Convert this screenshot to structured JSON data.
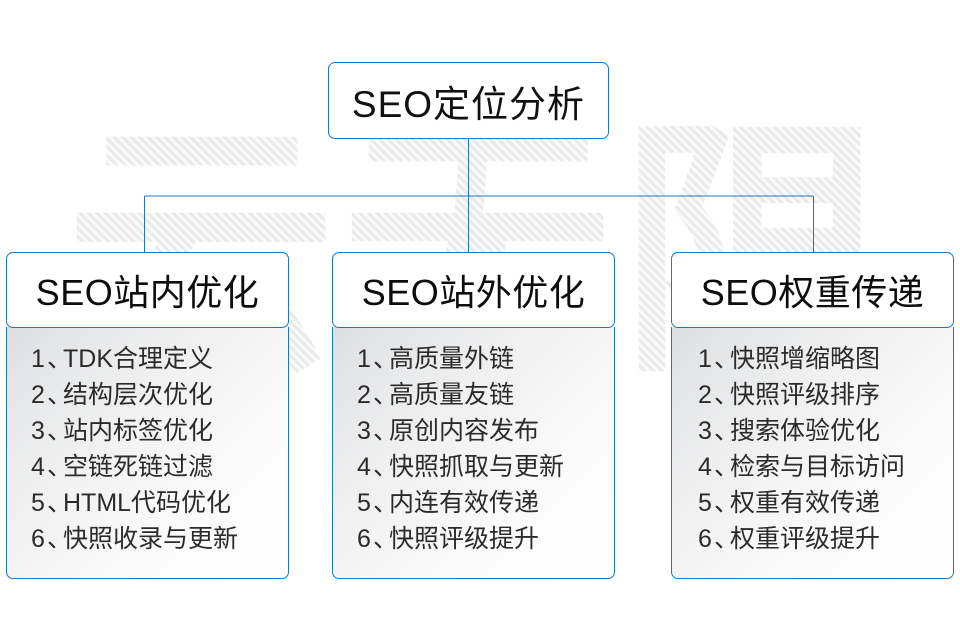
{
  "watermark": {
    "text": "云无限"
  },
  "theme": {
    "border_color": "#2076c4",
    "text_color": "#111111",
    "list_text_color": "#2b2b2b",
    "background": "#ffffff"
  },
  "diagram": {
    "type": "org-chart",
    "root": {
      "label": "SEO定位分析"
    },
    "branches": [
      {
        "header": "SEO站内优化",
        "items": [
          {
            "num": "1",
            "sep": "、",
            "text": "TDK合理定义"
          },
          {
            "num": "2",
            "sep": "、",
            "text": "结构层次优化"
          },
          {
            "num": "3",
            "sep": "、",
            "text": "站内标签优化"
          },
          {
            "num": "4",
            "sep": "、",
            "text": "空链死链过滤"
          },
          {
            "num": "5",
            "sep": "、",
            "text": "HTML代码优化"
          },
          {
            "num": "6",
            "sep": "、",
            "text": "快照收录与更新"
          }
        ]
      },
      {
        "header": "SEO站外优化",
        "items": [
          {
            "num": "1",
            "sep": "、",
            "text": "高质量外链"
          },
          {
            "num": "2",
            "sep": "、",
            "text": "高质量友链"
          },
          {
            "num": "3",
            "sep": "、",
            "text": "原创内容发布"
          },
          {
            "num": "4",
            "sep": "、",
            "text": "快照抓取与更新"
          },
          {
            "num": "5",
            "sep": "、",
            "text": "内连有效传递"
          },
          {
            "num": "6",
            "sep": "、",
            "text": "快照评级提升"
          }
        ]
      },
      {
        "header": "SEO权重传递",
        "items": [
          {
            "num": "1",
            "sep": "、",
            "text": "快照增缩略图"
          },
          {
            "num": "2",
            "sep": "、",
            "text": "快照评级排序"
          },
          {
            "num": "3",
            "sep": "、",
            "text": "搜索体验优化"
          },
          {
            "num": "4",
            "sep": "、",
            "text": "检索与目标访问"
          },
          {
            "num": "5",
            "sep": "、",
            "text": "权重有效传递"
          },
          {
            "num": "6",
            "sep": "、",
            "text": "权重评级提升"
          }
        ]
      }
    ]
  }
}
